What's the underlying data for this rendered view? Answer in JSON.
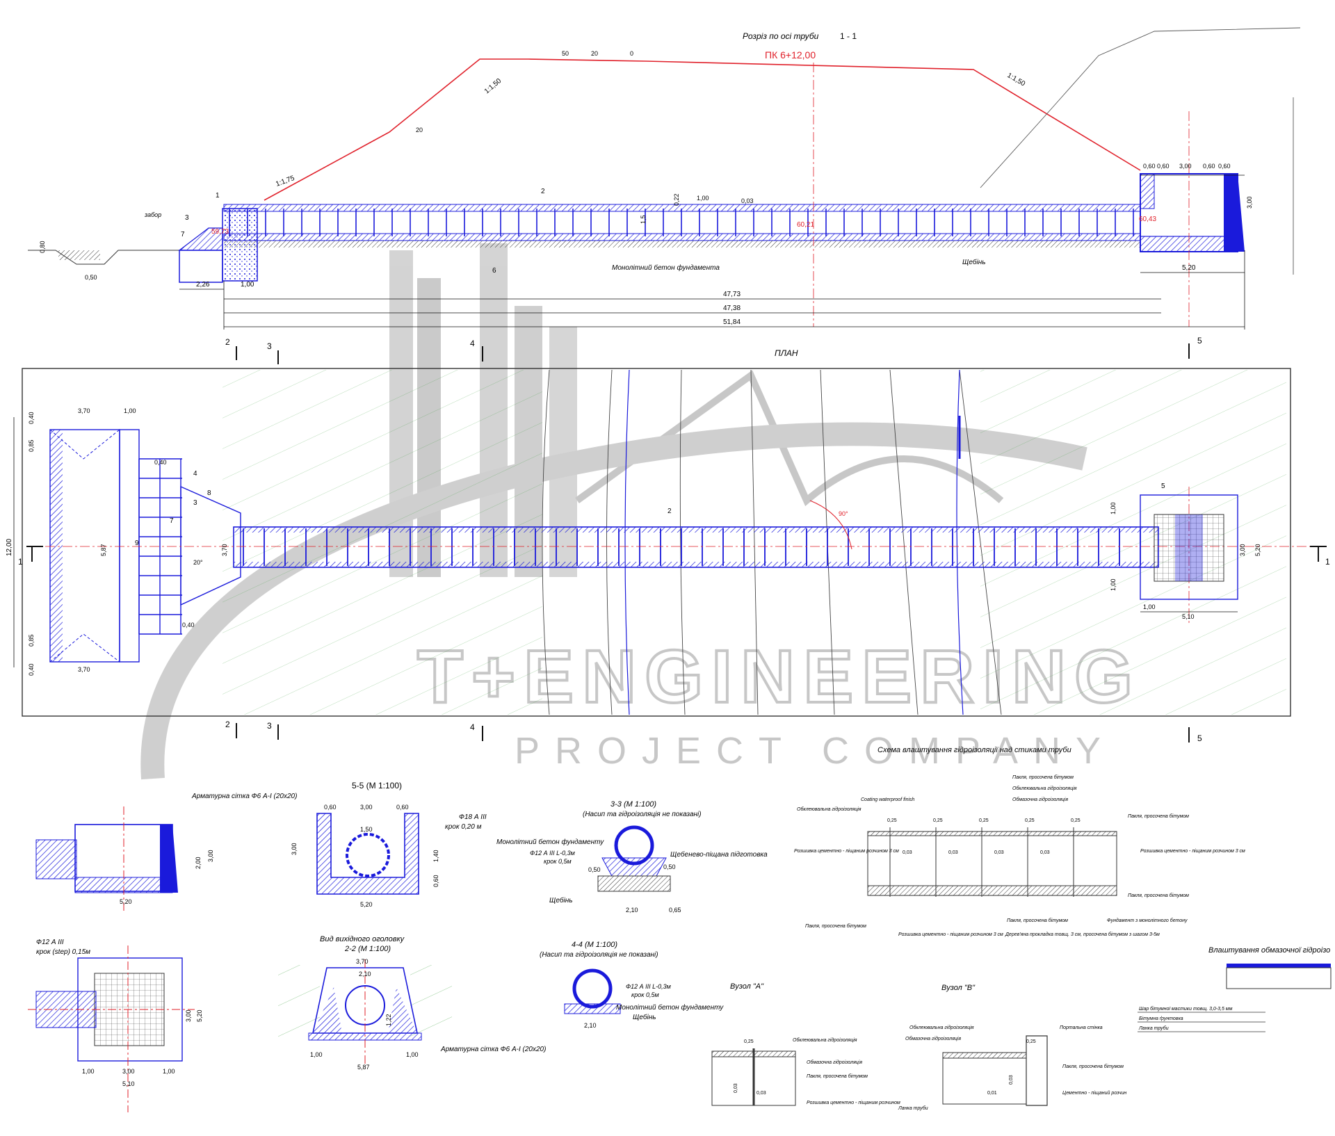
{
  "colors": {
    "structure": "#1a1adb",
    "ground_line": "#e0202a",
    "axis": "#e0202a",
    "terrain": "#3a9e3a",
    "dim": "#111111",
    "watermark": "#9a9a9a"
  },
  "section_1_1": {
    "title": "Розріз по осі труби",
    "cut_label": "1 - 1",
    "picket": "ПК 6+12,00",
    "slope_left": "1:1,50",
    "slope_right": "1:1,50",
    "slope_inlet": "1:1,75",
    "top_marks": [
      "50",
      "20",
      "0"
    ],
    "mark_20": "20",
    "fence": "забор",
    "foundation": "Монолітний бетон фундамента",
    "gravel": "Щебінь",
    "elev_left": "59,73",
    "elev_mid": "60,21",
    "elev_right": "60,43",
    "dims_bottom": [
      "47,73",
      "47,38",
      "51,84"
    ],
    "dim_226": "2,26",
    "dim_100": "1,00",
    "dim_520": "5,20",
    "dim_100top": "1,00",
    "dim_003": "0,03",
    "dim_15": "1,5",
    "dim_022": "0,22",
    "dims_head": [
      "0,60",
      "0,60",
      "3,00",
      "0,60",
      "0,60"
    ],
    "dim_300": "3,00",
    "dim_080": "0,80",
    "dim_050": "0,50",
    "pos": [
      "1",
      "2",
      "3",
      "6",
      "7"
    ]
  },
  "plan": {
    "title": "ПЛАН",
    "cuts": [
      "2",
      "3",
      "4",
      "5"
    ],
    "axis_label": "1",
    "dims_left": [
      "0,40",
      "0,85",
      "12,00",
      "0,85",
      "0,40"
    ],
    "dim_370": "3,70",
    "dim_100": "1,00",
    "dim_587": "5,87",
    "dim_040": "0,40",
    "angle": "20°",
    "angle_90": "90°",
    "dims_right": [
      "1,00",
      "3,00",
      "5,20",
      "1,00",
      "5,10",
      "1,00"
    ],
    "pos": [
      "2",
      "3",
      "4",
      "5",
      "7",
      "8",
      "9"
    ]
  },
  "watermark": {
    "line1": "T+ENGINEERING",
    "line2": "PROJECT COMPANY"
  },
  "view_5_5_left": {
    "rebar_mesh": "Арматурна сітка Ф6 А-I (20x20)",
    "dim_520": "5,20",
    "dim_300": "3,00",
    "dim_200": "2,00"
  },
  "section_5_5": {
    "title": "5-5 (М 1:100)",
    "rebar": "Ф18  А III",
    "rebar_step": "крок  0,20 м",
    "dims": [
      "0,60",
      "3,00",
      "0,60",
      "1,50",
      "5,20",
      "1,40",
      "0,60",
      "3,00"
    ]
  },
  "section_3_3": {
    "title": "3-3 (М 1:100)",
    "note": "(Насип та гідроізоляція не показані)",
    "foundation": "Монолітний бетон фундаменту",
    "rebar": "Ф12  А III   L-0,3м",
    "rebar_step": "крок 0,5м",
    "sand": "Щебенево-піщана підготовка",
    "gravel": "Щебінь",
    "dims": [
      "0,50",
      "0,50",
      "2,10",
      "0,65"
    ]
  },
  "section_4_4": {
    "title": "4-4 (М 1:100)",
    "note": "(Насип та гідроізоляція не показані)",
    "rebar": "Ф12  А III   L-0,3м",
    "rebar_step": "крок 0,5м",
    "foundation": "Монолітний бетон фундаменту",
    "gravel": "Щебінь",
    "dim_210": "2,10"
  },
  "outlet_view": {
    "title": "Вид вихідного оголовку",
    "cut": "2-2 (М 1:100)",
    "rebar_mesh": "Арматурна сітка Ф6 А-I (20x20)",
    "dims": [
      "3,70",
      "2,10",
      "5,87",
      "1,00",
      "1,00",
      "1,22"
    ]
  },
  "plan_head_small": {
    "rebar": "Ф12  А III",
    "rebar_step": "крок (step) 0,15м",
    "dims": [
      "1,00",
      "3,00",
      "1,00",
      "5,10",
      "3,00",
      "5,20"
    ]
  },
  "waterproof_scheme": {
    "title": "Схема влаштування гідроізоляції над стиками труби",
    "labels": [
      "Coating waterproof finish",
      "Обклеювальна гідроізоляція",
      "Пакля, просочена бітумом",
      "Обклеювальна гідроізоляція",
      "Обмазочна гідроізоляція",
      "Пакля, просочена бітумом",
      "Розшивка цементно - піщаним розчином 3 см",
      "Розшивка цементно - піщаним розчином 3 см",
      "Пакля, просочена бітумом",
      "Пакля, просочена бітумом",
      "Фундамент з монолітного бетону",
      "Пакля, просочена бітумом",
      "Розшивка цементно - піщаним розчином 3 см",
      "Дерев'яна прокладка товщ. 3 см, просочена бітумом з шагом 3-5м"
    ],
    "dims": [
      "0,25",
      "0,25",
      "0,25",
      "0,25",
      "0,25",
      "0,03",
      "0,03",
      "0,03",
      "0,03"
    ]
  },
  "node_a": {
    "title": "Вузол \"А\"",
    "labels": [
      "Обклеювальна гідроізоляція",
      "Обмазочна гідроізоляція",
      "Пакля, просочена бітумом",
      "Розшивка цементно - піщаним розчином"
    ],
    "dims": [
      "0,25",
      "0,03",
      "0,03"
    ]
  },
  "node_b": {
    "title": "Вузол \"В\"",
    "labels": [
      "Обклеювальна гідроізоляція",
      "Обмазочна гідроізоляція",
      "Портальна стінка",
      "Пакля, просочена бітумом",
      "Цементно - піщаний розчин",
      "Ланка труби"
    ],
    "dims": [
      "0,25",
      "0,03",
      "0,01"
    ]
  },
  "coating": {
    "title": "Влаштування обмазочної гідроізо",
    "legend": [
      "Шар бітумної мастики товщ. 3,0-3,5 мм",
      "Бітумна ґрунтовка",
      "Ланка труби"
    ]
  }
}
